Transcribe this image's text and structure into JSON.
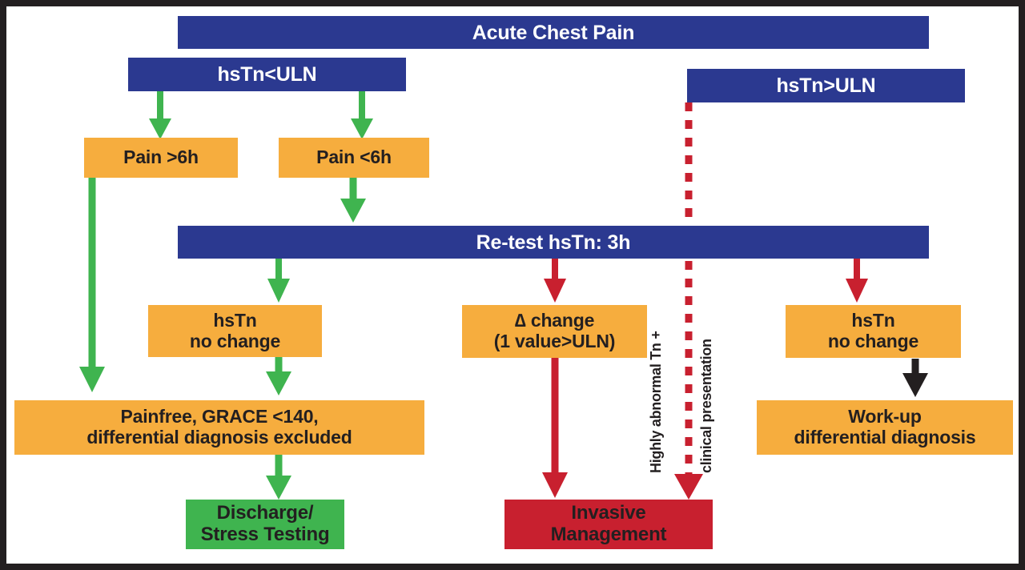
{
  "diagram": {
    "title": "Acute Chest Pain triage algorithm using high-sensitivity troponin",
    "colors": {
      "blue": "#2b3990",
      "orange": "#f6ad3e",
      "green": "#3fb44f",
      "red": "#c8202f",
      "text_dark": "#231f20",
      "text_light": "#ffffff",
      "frame": "#231f20",
      "arrow_green": "#3fb44f",
      "arrow_red": "#c8202f",
      "arrow_black": "#231f20"
    },
    "nodes": [
      {
        "id": "acute-chest-pain",
        "label": "Acute Chest Pain",
        "color": "blue"
      },
      {
        "id": "hstn-below-uln",
        "label": "hsTn<ULN",
        "color": "blue"
      },
      {
        "id": "hstn-above-uln",
        "label": "hsTn>ULN",
        "color": "blue"
      },
      {
        "id": "pain-over-6h",
        "label": "Pain >6h",
        "color": "orange"
      },
      {
        "id": "pain-under-6h",
        "label": "Pain <6h",
        "color": "orange"
      },
      {
        "id": "retest-hstn-3h",
        "label": "Re-test hsTn: 3h",
        "color": "blue"
      },
      {
        "id": "hstn-no-change-left",
        "label": "hsTn\nno change",
        "color": "orange"
      },
      {
        "id": "delta-change",
        "label": "∆ change\n(1 value>ULN)",
        "color": "orange"
      },
      {
        "id": "hstn-no-change-right",
        "label": "hsTn\nno change",
        "color": "orange"
      },
      {
        "id": "painfree-grace",
        "label": "Painfree, GRACE <140,\ndifferential diagnosis excluded",
        "color": "orange"
      },
      {
        "id": "work-up",
        "label": "Work-up\ndifferential diagnosis",
        "color": "orange"
      },
      {
        "id": "discharge-stress-testing",
        "label": "Discharge/\nStress Testing",
        "color": "green"
      },
      {
        "id": "invasive-management",
        "label": "Invasive\nManagement",
        "color": "red"
      }
    ],
    "annotations": [
      {
        "id": "highly-abnormal-tn",
        "label": "Highly abnormal Tn +"
      },
      {
        "id": "clinical-presentation",
        "label": "clinical presentation"
      }
    ]
  }
}
